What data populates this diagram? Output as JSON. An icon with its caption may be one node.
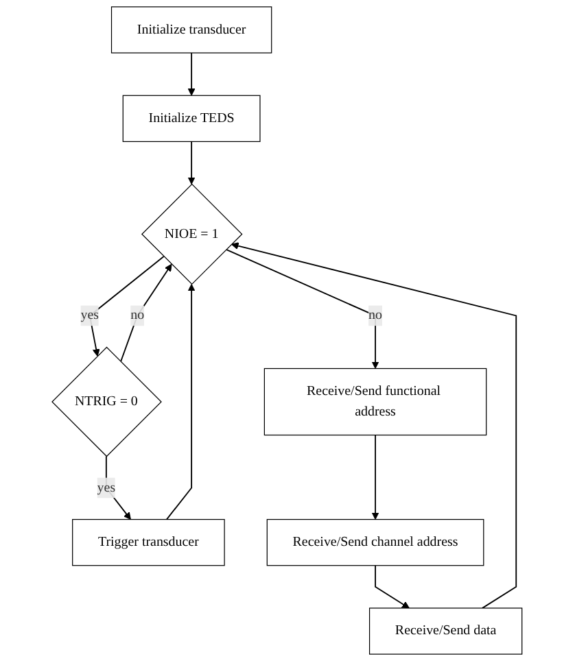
{
  "diagram": {
    "nodes": [
      {
        "text": [
          "Initialize transducer"
        ]
      },
      {
        "text": [
          "Initialize TEDS"
        ]
      },
      {
        "text": [
          "NIOE = 1"
        ]
      },
      {
        "text": [
          "NTRIG = 0"
        ]
      },
      {
        "text": [
          "Receive/Send functional address"
        ]
      },
      {
        "text": [
          "Trigger transducer"
        ]
      },
      {
        "text": [
          "Receive/Send channel address"
        ]
      },
      {
        "text": [
          "Receive/Send data"
        ]
      }
    ],
    "edges": [
      {
        "from": 0,
        "to": 1,
        "arrow": "to"
      },
      {
        "from": 1,
        "to": 2,
        "arrow": "to"
      },
      {
        "from": 2,
        "to": 3,
        "arrow": "to",
        "label": "yes"
      },
      {
        "from": 2,
        "to": 4,
        "arrow": "to",
        "label": "no"
      },
      {
        "from": 3,
        "to": 5,
        "arrow": "to",
        "label": "yes"
      },
      {
        "from": 3,
        "to": 2,
        "arrow": "to",
        "label": "no"
      },
      {
        "from": 5,
        "to": 2,
        "arrow": "to"
      },
      {
        "from": 4,
        "to": 6,
        "arrow": "to"
      },
      {
        "from": 6,
        "to": 7,
        "arrow": "to"
      },
      {
        "from": 7,
        "to": 2,
        "arrow": "to"
      }
    ]
  }
}
